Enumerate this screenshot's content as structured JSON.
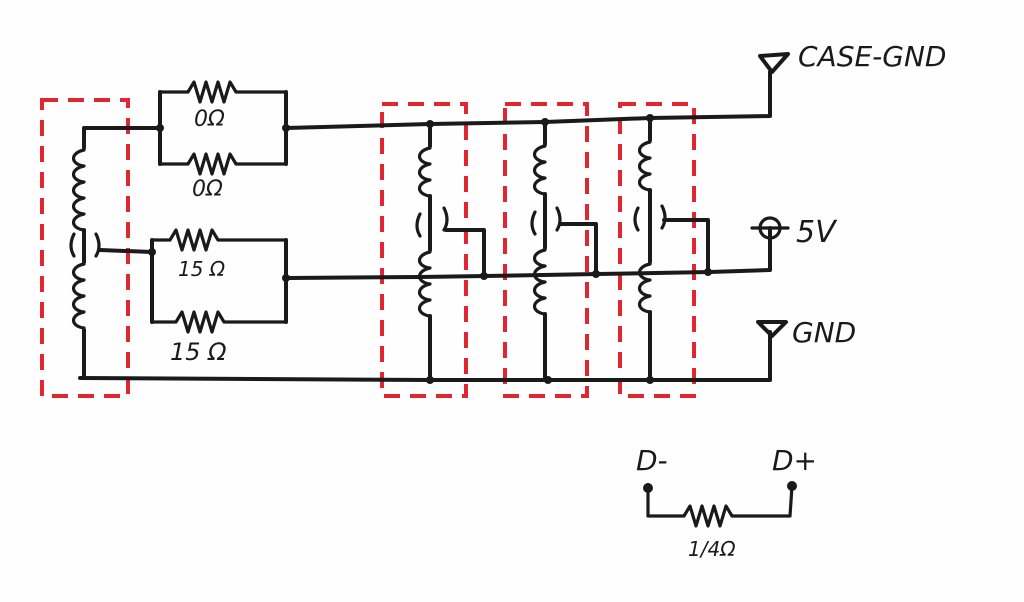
{
  "labels": {
    "case_gnd": "CASE-GND",
    "v5": "5V",
    "gnd": "GND",
    "d_minus": "D-",
    "d_plus": "D+",
    "r_top1": "0Ω",
    "r_top2": "0Ω",
    "r_mid1": "15 Ω",
    "r_mid2": "15 Ω",
    "r_data": "1/4Ω"
  },
  "colors": {
    "ink": "#1a1a1a",
    "dashed_box": "#e0262f"
  }
}
